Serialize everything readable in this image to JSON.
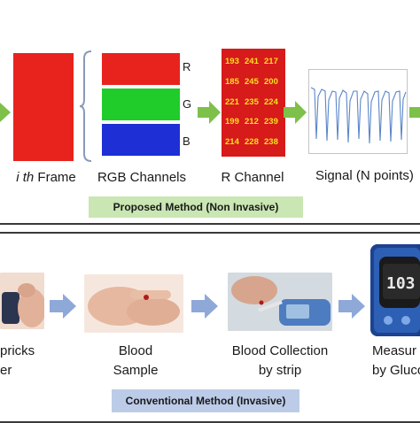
{
  "top": {
    "frame_label": "i th Frame",
    "rgb_label": "RGB Channels",
    "channel_letters": [
      "R",
      "G",
      "B"
    ],
    "r_channel_label": "R Channel",
    "signal_label": "Signal (N points)",
    "r_values": [
      "193",
      "241",
      "217",
      "185",
      "245",
      "200",
      "221",
      "235",
      "224",
      "199",
      "212",
      "239",
      "214",
      "228",
      "238"
    ],
    "method_label": "Proposed Method (Non Invasive)"
  },
  "bottom": {
    "step1_label": "pricks\ner",
    "step2_label": "Blood\nSample",
    "step3_label": "Blood Collection\nby strip",
    "step4_label": "Measur\nby Gluco",
    "meter_display": "103",
    "method_label": "Conventional Method (Invasive)"
  },
  "colors": {
    "red": "#e8231d",
    "green": "#1fcc2a",
    "blue": "#1e2fd6",
    "arrow_green": "#7dc04a",
    "arrow_blue": "#8ea9d8",
    "badge_green": "#c9e6b3",
    "badge_blue": "#bccbe8"
  }
}
